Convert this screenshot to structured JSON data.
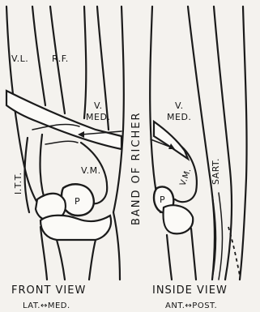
{
  "labels": {
    "vl": "V.L.",
    "rf": "R.F.",
    "v_med_front_line1": "V.",
    "v_med_front_line2": "MED.",
    "vm_front": "V.M.",
    "itt": "I.T.T.",
    "p_front": "P",
    "band_of_richer": "BAND OF RICHER",
    "v_med_inside_line1": "V.",
    "v_med_inside_line2": "MED.",
    "vm_inside": "V.M.",
    "sart": "SART.",
    "p_inside": "P"
  },
  "captions": {
    "front_view": "FRONT VIEW",
    "front_orientation": "LAT.↔MED.",
    "inside_view": "INSIDE VIEW",
    "inside_orientation": "ANT.↔POST."
  },
  "colors": {
    "ink": "#1b1b1b",
    "paper": "#f4f2ee"
  }
}
